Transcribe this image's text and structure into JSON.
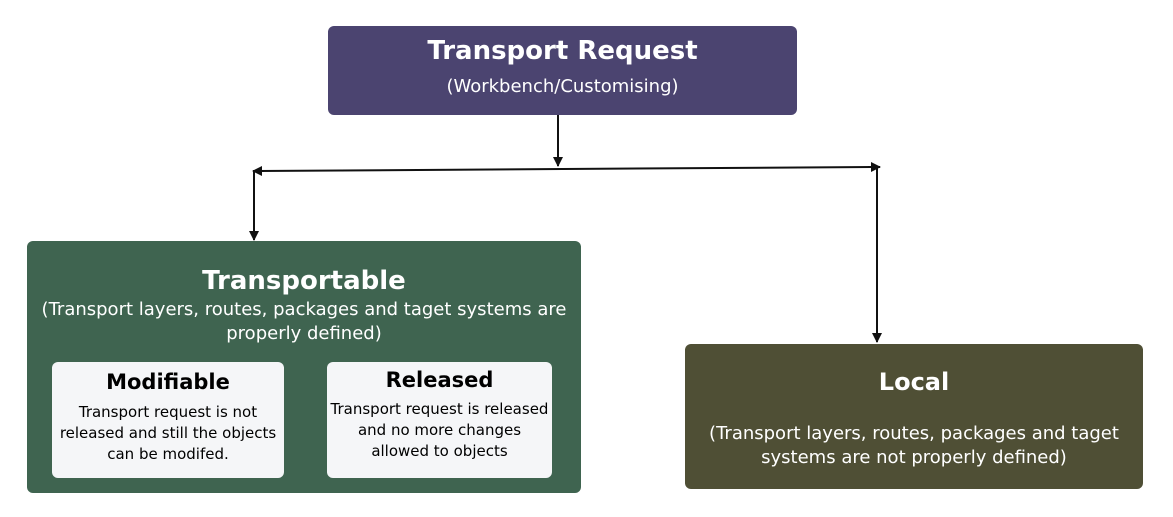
{
  "root": {
    "title": "Transport Request",
    "subtitle": "(Workbench/Customising)",
    "color": "#4b4470"
  },
  "transportable": {
    "title": "Transportable",
    "subtitle": "(Transport layers, routes, packages and taget systems are properly defined)",
    "color": "#3f6450",
    "modifiable": {
      "title": "Modifiable",
      "text": "Transport request is not released and still the objects can be modifed."
    },
    "released": {
      "title": "Released",
      "text": "Transport request is released and no more changes allowed to objects"
    }
  },
  "local": {
    "title": "Local",
    "subtitle": "(Transport layers, routes, packages and taget systems are not properly defined)",
    "color": "#4f4f35"
  },
  "line_color": "#111111"
}
